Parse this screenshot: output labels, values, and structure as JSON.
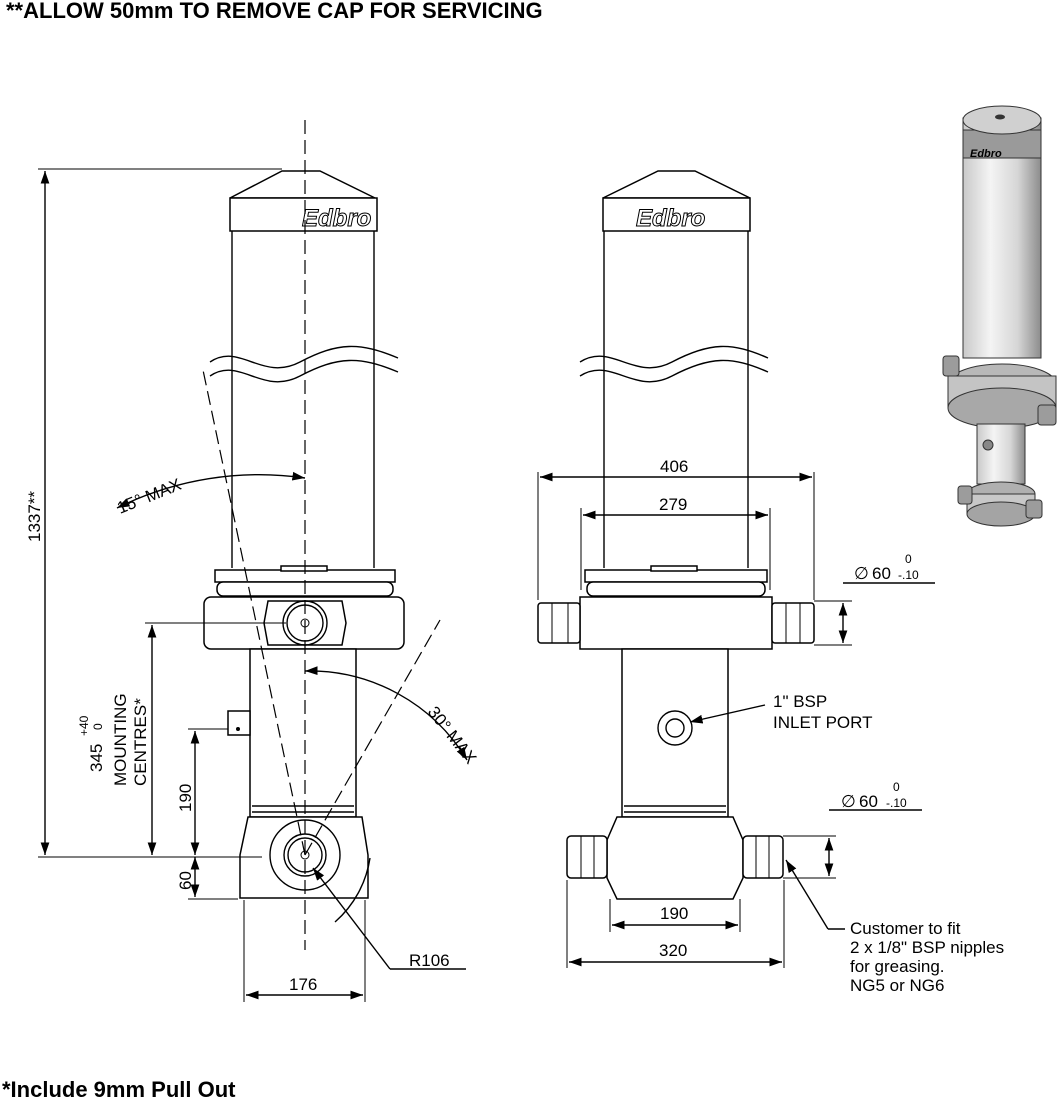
{
  "notes": {
    "top": "**ALLOW 50mm TO REMOVE CAP FOR SERVICING",
    "bottom": "*Include 9mm Pull Out"
  },
  "brand": "Edbro",
  "side_view": {
    "overall_height": "1337**",
    "tilt_angle": "15° MAX",
    "swing_angle": "30° MAX",
    "mounting_value": "345",
    "mounting_tol_upper": "+40",
    "mounting_tol_lower": "0",
    "mounting_line1": "MOUNTING",
    "mounting_line2": "CENTRES*",
    "dim_190": "190",
    "dim_60": "60",
    "dim_176": "176",
    "radius": "R106"
  },
  "front_view": {
    "width_406": "406",
    "width_279": "279",
    "dia_top_value": "60",
    "dia_top_tol_upper": "0",
    "dia_top_tol_lower": "-.10",
    "inlet_line1": "1\" BSP",
    "inlet_line2": "INLET PORT",
    "dia_bottom_value": "60",
    "dia_bottom_tol_upper": "0",
    "dia_bottom_tol_lower": "-.10",
    "dim_190": "190",
    "dim_320": "320",
    "customer_note": [
      "Customer to fit",
      "2 x 1/8\" BSP nipples",
      "for greasing.",
      "NG5 or NG6"
    ]
  },
  "icons": [
    "diameter-icon",
    "arrowhead-icon",
    "cylinder-3d-render"
  ]
}
